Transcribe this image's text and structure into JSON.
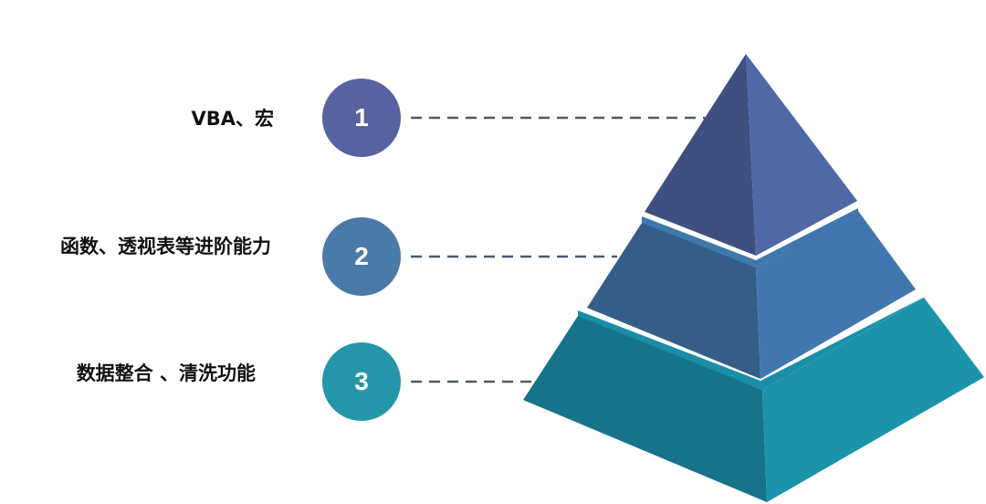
{
  "levels": [
    {
      "number": "1",
      "label": "VBA、宏",
      "color": "#5763a0"
    },
    {
      "number": "2",
      "label": "函数、透视表等进阶能力",
      "color": "#4a7aaa"
    },
    {
      "number": "3",
      "label": "数据整合 、清洗功能",
      "color": "#2596a9"
    }
  ],
  "colors": {
    "dash": "#4a5a70",
    "tier1_left": "#3f5080",
    "tier1_right": "#5068a6",
    "tier2_band": "#3e78ad",
    "tier2_left": "#345e88",
    "tier2_right": "#4276ae",
    "tier3_band": "#1a8ea8",
    "tier3_left": "#177389",
    "tier3_right": "#1b93ab"
  }
}
